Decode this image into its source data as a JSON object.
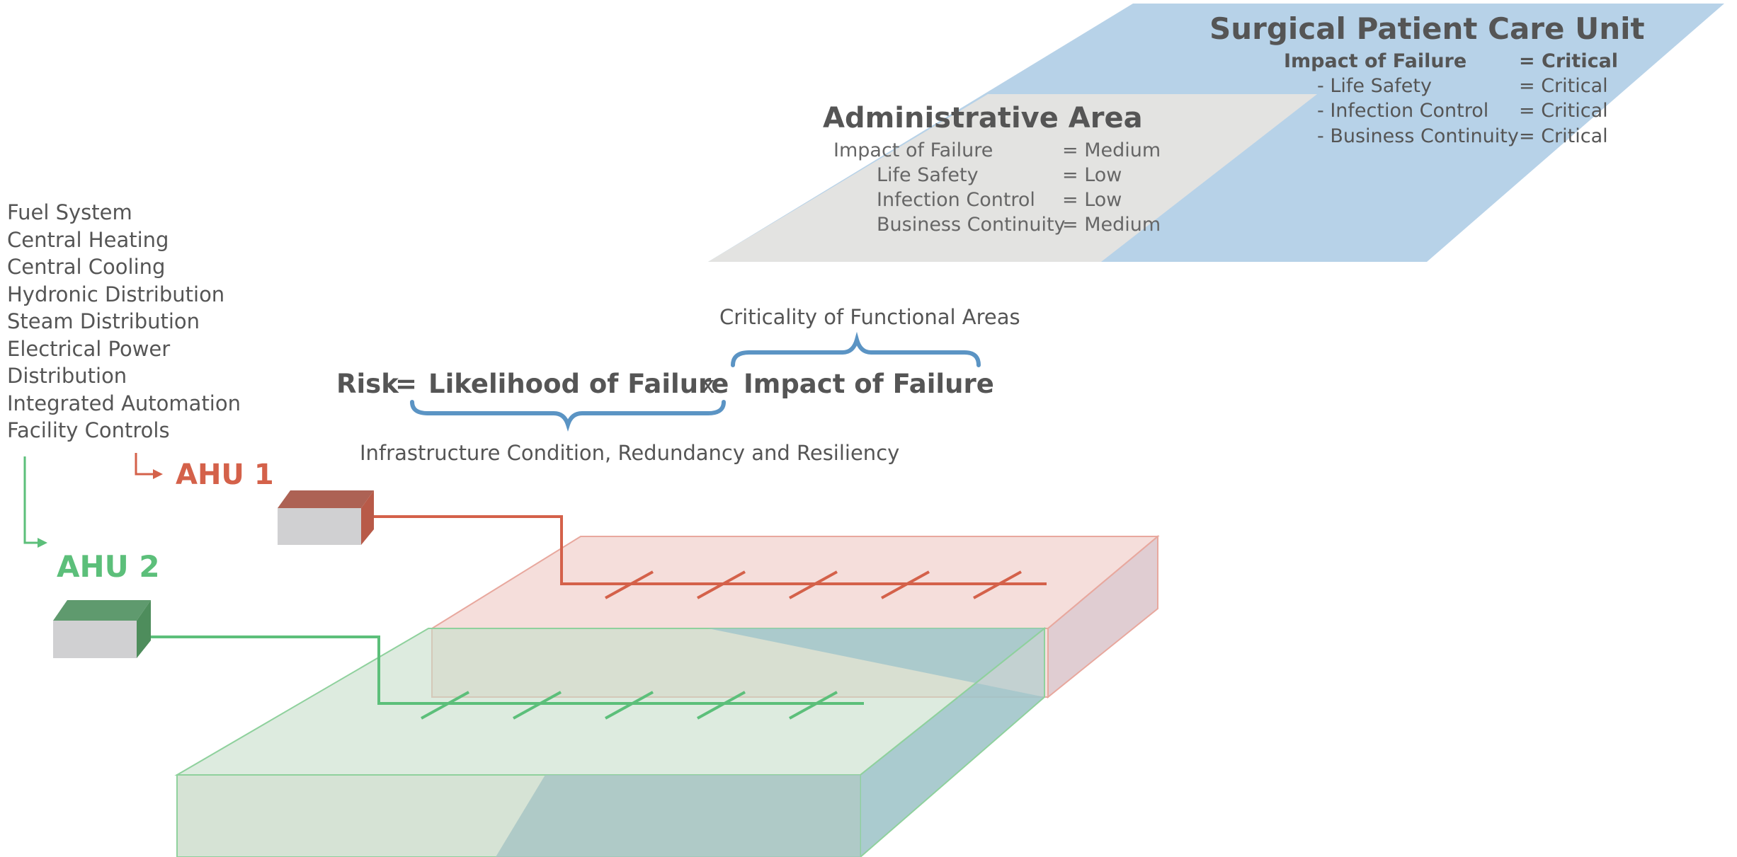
{
  "systems": [
    "Fuel System",
    "Central Heating",
    "Central Cooling",
    "Hydronic Distribution",
    "Steam Distribution",
    "Electrical Power",
    "Distribution",
    "Integrated Automation",
    "Facility Controls"
  ],
  "ahu1": {
    "label": "AHU 1",
    "color": "#d4614a"
  },
  "ahu2": {
    "label": "AHU 2",
    "color": "#5cbf7a"
  },
  "equation": {
    "risk": "Risk",
    "equals": "=",
    "likelihood": "Likelihood of Failure",
    "times": "x",
    "impact": "Impact of Failure",
    "impact_annotation": "Criticality of Functional Areas",
    "likelihood_annotation": "Infrastructure Condition, Redundancy and Resiliency",
    "brace_color": "#5b94c4"
  },
  "surgical": {
    "title": "Surgical Patient Care Unit",
    "impact_label": "Impact of Failure",
    "impact_value": "= Critical",
    "rows": [
      {
        "label": "- Life Safety",
        "value": "= Critical"
      },
      {
        "label": "- Infection Control",
        "value": "= Critical"
      },
      {
        "label": "- Business Continuity",
        "value": "= Critical"
      }
    ],
    "color": "#b7d2e8"
  },
  "admin": {
    "title": "Administrative Area",
    "impact_label": "Impact of Failure",
    "impact_value": "= Medium",
    "rows": [
      {
        "label": "Life Safety",
        "value": "= Low"
      },
      {
        "label": "Infection Control",
        "value": "= Low"
      },
      {
        "label": "Business Continuity",
        "value": "= Medium"
      }
    ],
    "color": "#e3e3e1"
  }
}
